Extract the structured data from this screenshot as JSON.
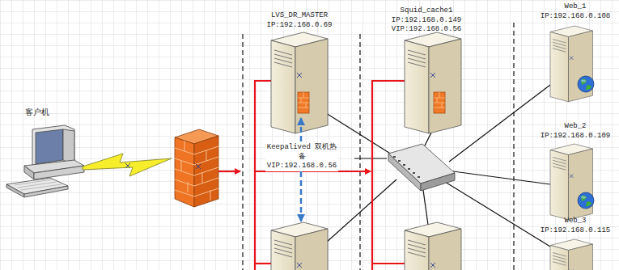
{
  "diagram": {
    "nodes": [
      {
        "text": [
          "客户机"
        ]
      },
      {
        "text": [
          "LVS_DR_MASTER IP:192.168.0.69"
        ]
      },
      {
        "text": [
          "Squid_cache1 IP:192.168.0.149 VIP:192.168.0.56"
        ]
      },
      {
        "text": [
          "Web_1 IP:192.168.0.108"
        ]
      },
      {
        "text": [
          "Web_2 IP:192.168.0.109"
        ]
      },
      {
        "text": [
          "Web_3 IP:192.168.0.115"
        ]
      }
    ],
    "labels": [
      "Keepalived 双机热备 VIP:192.168.0.56"
    ]
  }
}
